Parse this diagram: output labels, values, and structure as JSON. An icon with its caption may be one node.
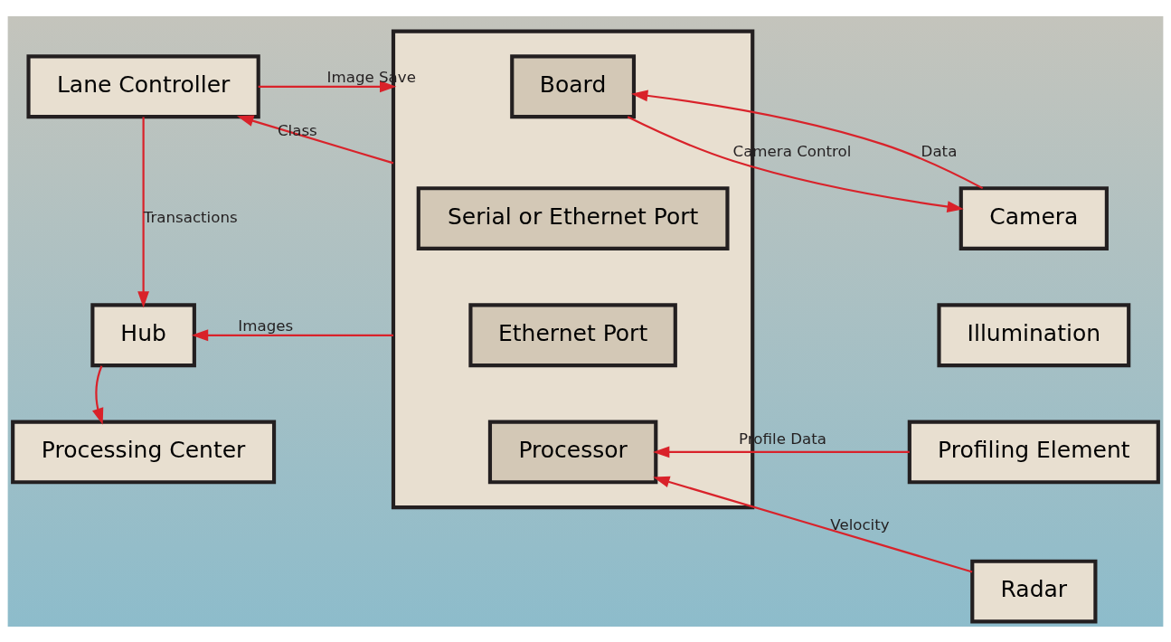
{
  "diagram": {
    "nodes": [
      {
        "text": [
          "Lane Controller"
        ]
      },
      {
        "text": [
          "Hub"
        ]
      },
      {
        "text": [
          "Processing Center"
        ]
      },
      {
        "text": [],
        "shape": "box"
      },
      {
        "text": [
          "Board"
        ],
        "in": 3
      },
      {
        "text": [
          "Serial or Ethernet Port"
        ],
        "in": 3
      },
      {
        "text": [
          "Ethernet Port"
        ],
        "in": 3
      },
      {
        "text": [
          "Processor"
        ],
        "in": 3
      },
      {
        "text": [
          "Camera"
        ]
      },
      {
        "text": [
          "Illumination"
        ]
      },
      {
        "text": [
          "Profiling Element"
        ]
      },
      {
        "text": [
          "Radar"
        ]
      }
    ],
    "edges": [
      {
        "from": 0,
        "to": 3,
        "arrow": "to",
        "label": "Image Save"
      },
      {
        "from": 3,
        "to": 0,
        "arrow": "to",
        "label": "Class"
      },
      {
        "from": 0,
        "to": 1,
        "arrow": "to",
        "label": "Transactions"
      },
      {
        "from": 3,
        "to": 1,
        "arrow": "to",
        "label": "Images"
      },
      {
        "from": 1,
        "to": 2,
        "arrow": "to"
      },
      {
        "from": 8,
        "to": 4,
        "arrow": "to",
        "label": "Data"
      },
      {
        "from": 4,
        "to": 8,
        "arrow": "to",
        "label": "Camera Control"
      },
      {
        "from": 10,
        "to": 7,
        "arrow": "to",
        "label": "Profile Data"
      },
      {
        "from": 11,
        "to": 7,
        "arrow": "to",
        "label": "Velocity"
      }
    ]
  }
}
